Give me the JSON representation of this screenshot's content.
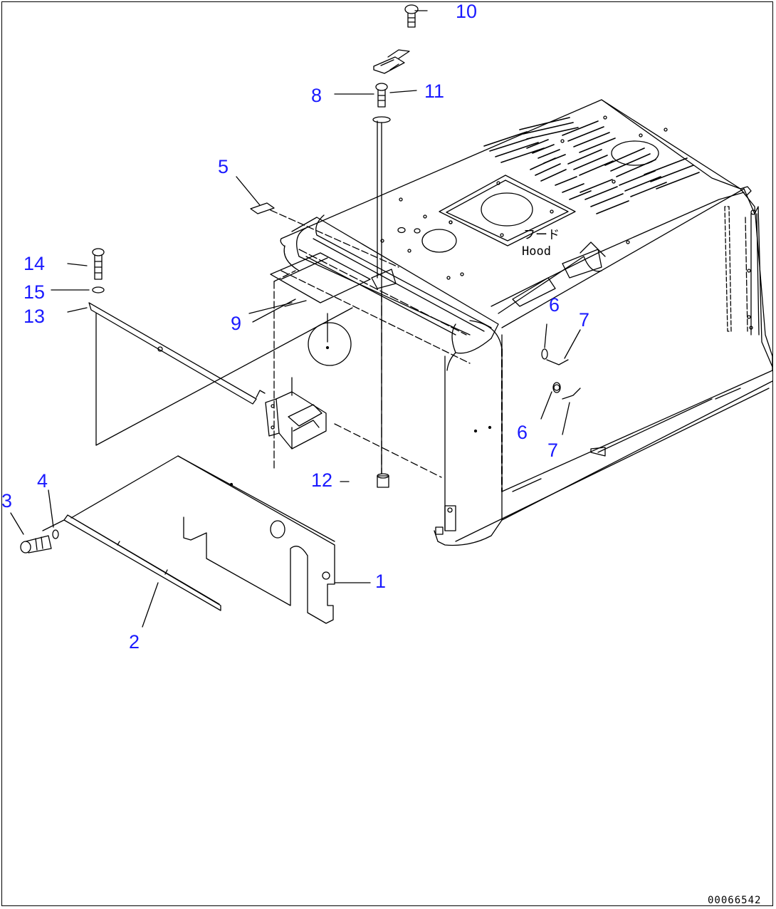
{
  "diagram": {
    "callouts": [
      "1",
      "2",
      "3",
      "4",
      "5",
      "6",
      "6",
      "7",
      "7",
      "8",
      "9",
      "10",
      "11",
      "12",
      "13",
      "14",
      "15"
    ],
    "hood_label_jp": "フード",
    "hood_label_en": "Hood",
    "document_number": "00066542",
    "callout_color": "#1a1aff",
    "line_color": "#000000"
  }
}
